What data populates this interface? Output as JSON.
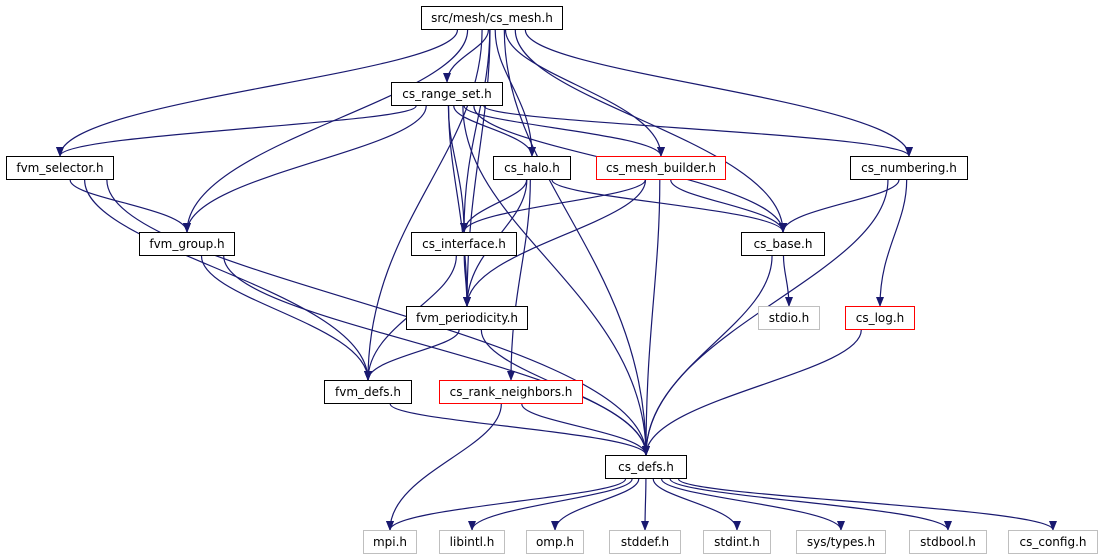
{
  "colors": {
    "edge": "#191970",
    "root_fill": "#bfbfbf",
    "normal_border": "#000000",
    "incomplete_border": "#ff0000",
    "system_border": "#bfbfbf"
  },
  "nodes": {
    "cs_mesh": {
      "label": "src/mesh/cs_mesh.h",
      "style": "root"
    },
    "cs_range_set": {
      "label": "cs_range_set.h",
      "style": "normal"
    },
    "fvm_selector": {
      "label": "fvm_selector.h",
      "style": "normal"
    },
    "cs_halo": {
      "label": "cs_halo.h",
      "style": "normal"
    },
    "cs_mesh_builder": {
      "label": "cs_mesh_builder.h",
      "style": "red"
    },
    "cs_numbering": {
      "label": "cs_numbering.h",
      "style": "normal"
    },
    "fvm_group": {
      "label": "fvm_group.h",
      "style": "normal"
    },
    "cs_interface": {
      "label": "cs_interface.h",
      "style": "normal"
    },
    "cs_base": {
      "label": "cs_base.h",
      "style": "normal"
    },
    "fvm_periodicity": {
      "label": "fvm_periodicity.h",
      "style": "normal"
    },
    "stdio": {
      "label": "stdio.h",
      "style": "gray"
    },
    "cs_log": {
      "label": "cs_log.h",
      "style": "red"
    },
    "fvm_defs": {
      "label": "fvm_defs.h",
      "style": "normal"
    },
    "cs_rank_neighbors": {
      "label": "cs_rank_neighbors.h",
      "style": "red"
    },
    "cs_defs": {
      "label": "cs_defs.h",
      "style": "normal"
    },
    "mpi": {
      "label": "mpi.h",
      "style": "gray"
    },
    "libintl": {
      "label": "libintl.h",
      "style": "gray"
    },
    "omp": {
      "label": "omp.h",
      "style": "gray"
    },
    "stddef": {
      "label": "stddef.h",
      "style": "gray"
    },
    "stdint": {
      "label": "stdint.h",
      "style": "gray"
    },
    "sys_types": {
      "label": "sys/types.h",
      "style": "gray"
    },
    "stdbool": {
      "label": "stdbool.h",
      "style": "gray"
    },
    "cs_config": {
      "label": "cs_config.h",
      "style": "gray"
    }
  },
  "edges": [
    [
      "cs_mesh",
      "cs_range_set"
    ],
    [
      "cs_mesh",
      "fvm_selector"
    ],
    [
      "cs_mesh",
      "fvm_group"
    ],
    [
      "cs_mesh",
      "cs_interface"
    ],
    [
      "cs_mesh",
      "fvm_periodicity"
    ],
    [
      "cs_mesh",
      "cs_halo"
    ],
    [
      "cs_mesh",
      "cs_mesh_builder"
    ],
    [
      "cs_mesh",
      "cs_base"
    ],
    [
      "cs_mesh",
      "cs_numbering"
    ],
    [
      "cs_mesh",
      "cs_defs"
    ],
    [
      "cs_mesh",
      "fvm_defs"
    ],
    [
      "cs_range_set",
      "fvm_selector"
    ],
    [
      "cs_range_set",
      "fvm_group"
    ],
    [
      "cs_range_set",
      "cs_halo"
    ],
    [
      "cs_range_set",
      "cs_mesh_builder"
    ],
    [
      "cs_range_set",
      "cs_numbering"
    ],
    [
      "cs_range_set",
      "cs_interface"
    ],
    [
      "cs_range_set",
      "fvm_periodicity"
    ],
    [
      "cs_range_set",
      "cs_base"
    ],
    [
      "cs_range_set",
      "cs_defs"
    ],
    [
      "fvm_selector",
      "fvm_group"
    ],
    [
      "fvm_selector",
      "fvm_defs"
    ],
    [
      "fvm_selector",
      "cs_defs"
    ],
    [
      "fvm_group",
      "fvm_defs"
    ],
    [
      "fvm_group",
      "cs_defs"
    ],
    [
      "cs_halo",
      "cs_interface"
    ],
    [
      "cs_halo",
      "cs_base"
    ],
    [
      "cs_halo",
      "fvm_periodicity"
    ],
    [
      "cs_halo",
      "cs_rank_neighbors"
    ],
    [
      "cs_mesh_builder",
      "cs_interface"
    ],
    [
      "cs_mesh_builder",
      "cs_base"
    ],
    [
      "cs_mesh_builder",
      "fvm_periodicity"
    ],
    [
      "cs_mesh_builder",
      "cs_defs"
    ],
    [
      "cs_numbering",
      "cs_base"
    ],
    [
      "cs_numbering",
      "cs_log"
    ],
    [
      "cs_numbering",
      "cs_defs"
    ],
    [
      "cs_interface",
      "fvm_periodicity"
    ],
    [
      "cs_interface",
      "fvm_defs"
    ],
    [
      "cs_base",
      "stdio"
    ],
    [
      "cs_base",
      "cs_defs"
    ],
    [
      "fvm_periodicity",
      "fvm_defs"
    ],
    [
      "fvm_periodicity",
      "cs_defs"
    ],
    [
      "cs_log",
      "cs_defs"
    ],
    [
      "fvm_defs",
      "cs_defs"
    ],
    [
      "cs_rank_neighbors",
      "cs_defs"
    ],
    [
      "cs_rank_neighbors",
      "mpi"
    ],
    [
      "cs_defs",
      "mpi"
    ],
    [
      "cs_defs",
      "libintl"
    ],
    [
      "cs_defs",
      "omp"
    ],
    [
      "cs_defs",
      "stddef"
    ],
    [
      "cs_defs",
      "stdint"
    ],
    [
      "cs_defs",
      "sys_types"
    ],
    [
      "cs_defs",
      "stdbool"
    ],
    [
      "cs_defs",
      "cs_config"
    ]
  ]
}
